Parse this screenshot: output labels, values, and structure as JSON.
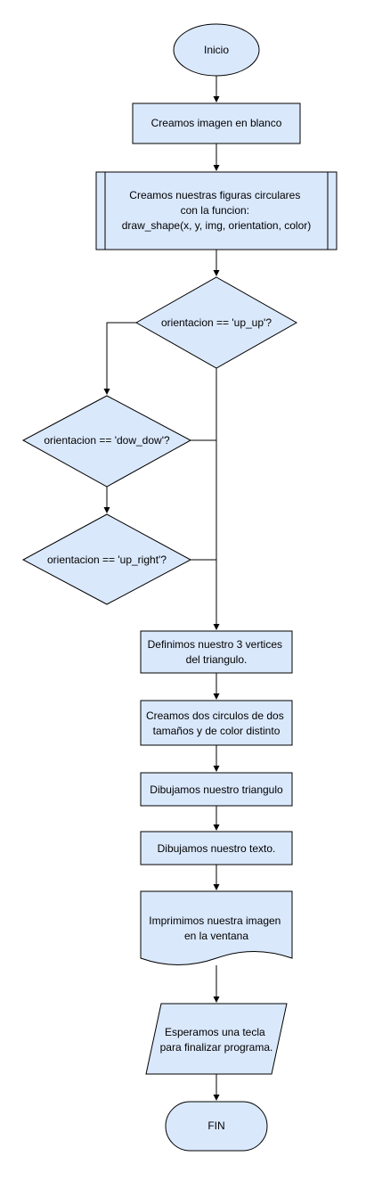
{
  "colors": {
    "node_fill": "#dae8fc",
    "stroke": "#000000",
    "text": "#000000",
    "background": "#ffffff"
  },
  "nodes": {
    "start": {
      "shape": "ellipse",
      "lines": [
        "Inicio"
      ]
    },
    "blank_image": {
      "shape": "process",
      "lines": [
        "Creamos imagen en blanco"
      ]
    },
    "draw_shape": {
      "shape": "subprocess",
      "lines": [
        "Creamos nuestras figuras circulares",
        "con la funcion:",
        "draw_shape(x, y, img, orientation, color)"
      ]
    },
    "cond_up_up": {
      "shape": "decision",
      "lines": [
        "orientacion == 'up_up'?"
      ]
    },
    "cond_dow_dow": {
      "shape": "decision",
      "lines": [
        "orientacion == 'dow_dow'?"
      ]
    },
    "cond_up_right": {
      "shape": "decision",
      "lines": [
        "orientacion == 'up_right'?"
      ]
    },
    "vertices": {
      "shape": "process",
      "lines": [
        "Definimos nuestro 3 vertices",
        "del triangulo."
      ]
    },
    "circles": {
      "shape": "process",
      "lines": [
        "Creamos dos circulos de dos",
        "tamaños y de color distinto"
      ]
    },
    "triangle": {
      "shape": "process",
      "lines": [
        "Dibujamos nuestro triangulo"
      ]
    },
    "text": {
      "shape": "process",
      "lines": [
        "Dibujamos nuestro texto."
      ]
    },
    "print": {
      "shape": "document",
      "lines": [
        "Imprimimos nuestra imagen",
        "en la ventana"
      ]
    },
    "wait": {
      "shape": "io",
      "lines": [
        "Esperamos una tecla",
        "para finalizar programa."
      ]
    },
    "end": {
      "shape": "terminator",
      "lines": [
        "FIN"
      ]
    }
  },
  "edges": [
    {
      "from": "start",
      "to": "blank_image"
    },
    {
      "from": "blank_image",
      "to": "draw_shape"
    },
    {
      "from": "draw_shape",
      "to": "cond_up_up"
    },
    {
      "from": "cond_up_up",
      "to": "cond_dow_dow"
    },
    {
      "from": "cond_up_up",
      "to": "vertices"
    },
    {
      "from": "cond_dow_dow",
      "to": "cond_up_right"
    },
    {
      "from": "cond_dow_dow",
      "to": "vertices"
    },
    {
      "from": "cond_up_right",
      "to": "vertices"
    },
    {
      "from": "vertices",
      "to": "circles"
    },
    {
      "from": "circles",
      "to": "triangle"
    },
    {
      "from": "triangle",
      "to": "text"
    },
    {
      "from": "text",
      "to": "print"
    },
    {
      "from": "print",
      "to": "wait"
    },
    {
      "from": "wait",
      "to": "end"
    }
  ]
}
